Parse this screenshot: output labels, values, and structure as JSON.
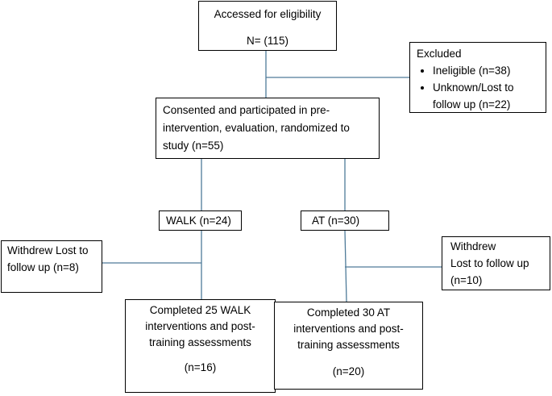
{
  "eligibility": {
    "line1": "Accessed for eligibility",
    "line2": "N= (115)"
  },
  "excluded": {
    "title": "Excluded",
    "items": [
      "Ineligible (n=38)",
      "Unknown/Lost to follow up (n=22)"
    ]
  },
  "consented": {
    "text": "Consented and participated in pre-intervention, evaluation, randomized to study (n=55)"
  },
  "walk": {
    "label": "WALK (n=24)"
  },
  "at": {
    "label": "AT (n=30)"
  },
  "withdrew_left": {
    "text": "Withdrew Lost to follow up (n=8)"
  },
  "withdrew_right": {
    "line1": "Withdrew",
    "line2": "Lost to follow up (n=10)"
  },
  "completed_walk": {
    "text": "Completed 25 WALK interventions and post-training assessments",
    "n": "(n=16)"
  },
  "completed_at": {
    "text": "Completed 30 AT interventions and post-training assessments",
    "n": "(n=20)"
  }
}
